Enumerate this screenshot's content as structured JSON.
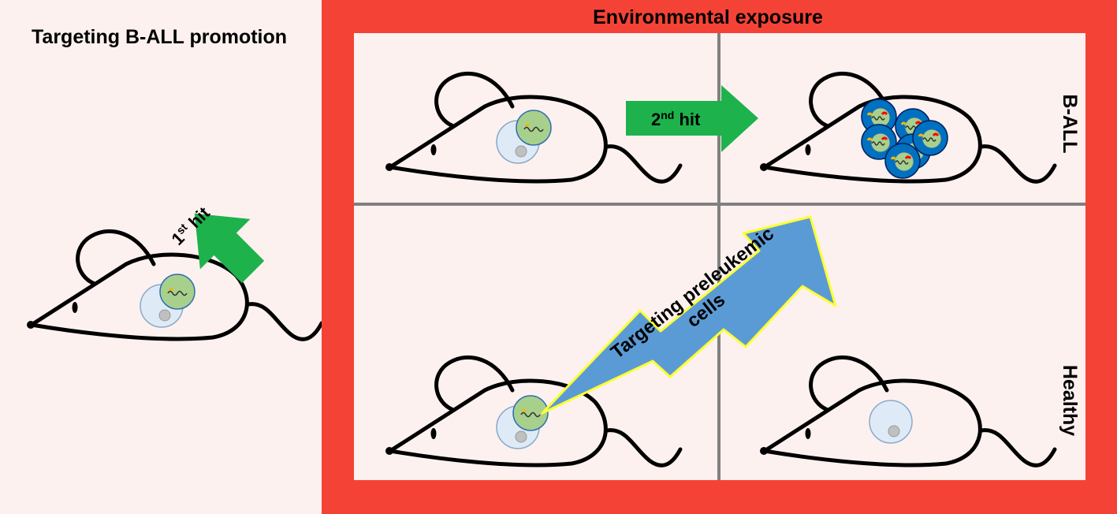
{
  "left_panel": {
    "title": "Targeting B-ALL promotion"
  },
  "right_panel": {
    "title": "Environmental exposure",
    "row_labels": {
      "top": "B-ALL",
      "bottom": "Healthy"
    }
  },
  "arrows": {
    "first_hit": {
      "label": "1",
      "superscript": "st",
      "suffix": " hit"
    },
    "second_hit": {
      "label": "2",
      "superscript": "nd",
      "suffix": " hit"
    }
  },
  "lightning": {
    "line1": "Targeting preleukemic",
    "line2": "cells"
  },
  "colors": {
    "frame_red": "#f44336",
    "panel_bg": "#fdf1ef",
    "green_arrow": "#1db24c",
    "lightning_fill": "#5b9bd5",
    "lightning_stroke": "#ffff33",
    "cell_green": "#a8d08d",
    "cell_pale": "#deebf7",
    "blast_blue": "#0070c0",
    "divider_gray": "#808080"
  }
}
